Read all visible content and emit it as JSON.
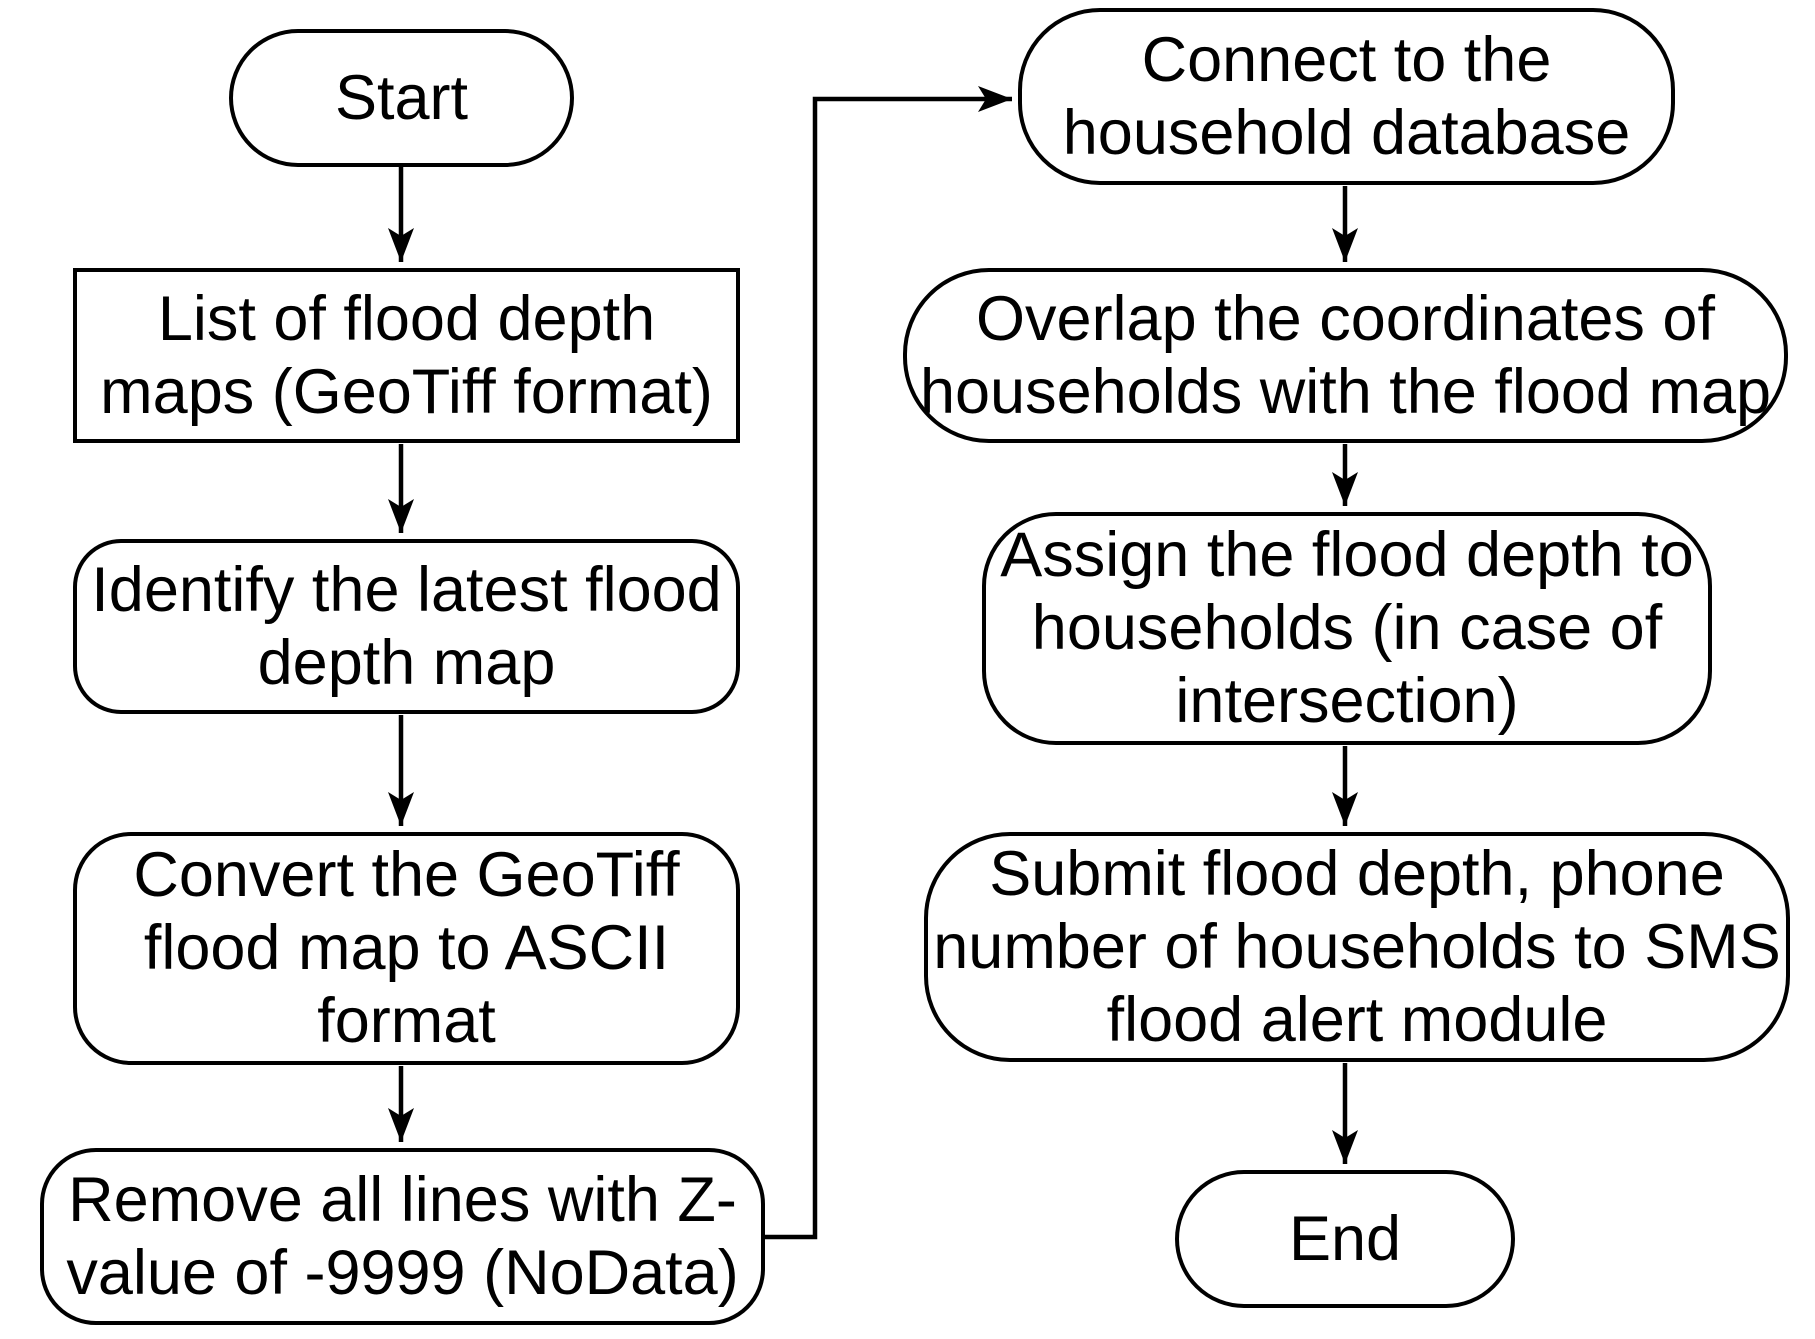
{
  "figure": {
    "kind": "flowchart",
    "title": "Flood alert processing flowchart",
    "background_color": "#ffffff",
    "line_color": "#000000",
    "box_fill_color": "#ffffff"
  },
  "nodes": {
    "start": {
      "shape": "stadium",
      "label": "Start"
    },
    "list_maps": {
      "shape": "rectangle",
      "label": "List of flood depth\nmaps (GeoTiff format)"
    },
    "identify": {
      "shape": "rounded",
      "label": "Identify the latest flood\ndepth map"
    },
    "convert": {
      "shape": "rounded",
      "label": "Convert the GeoTiff\nflood map to ASCII\nformat"
    },
    "remove": {
      "shape": "rounded",
      "label": "Remove all lines with Z-\nvalue of -9999 (NoData)"
    },
    "connect": {
      "shape": "rounded",
      "label": "Connect to the\nhousehold database"
    },
    "overlap": {
      "shape": "rounded",
      "label": "Overlap the coordinates of\nhouseholds with the flood map"
    },
    "assign": {
      "shape": "rounded",
      "label": "Assign the flood depth to\nhouseholds (in case of\nintersection)"
    },
    "submit": {
      "shape": "rounded",
      "label": "Submit flood depth, phone\nnumber of households to SMS\nflood alert module"
    },
    "end": {
      "shape": "stadium",
      "label": "End"
    }
  },
  "edges": [
    {
      "from": "start",
      "to": "list_maps",
      "style": "straight"
    },
    {
      "from": "list_maps",
      "to": "identify",
      "style": "straight"
    },
    {
      "from": "identify",
      "to": "convert",
      "style": "straight"
    },
    {
      "from": "convert",
      "to": "remove",
      "style": "straight"
    },
    {
      "from": "remove",
      "to": "connect",
      "style": "elbow-right-up"
    },
    {
      "from": "connect",
      "to": "overlap",
      "style": "straight"
    },
    {
      "from": "overlap",
      "to": "assign",
      "style": "straight"
    },
    {
      "from": "assign",
      "to": "submit",
      "style": "straight"
    },
    {
      "from": "submit",
      "to": "end",
      "style": "straight"
    }
  ]
}
